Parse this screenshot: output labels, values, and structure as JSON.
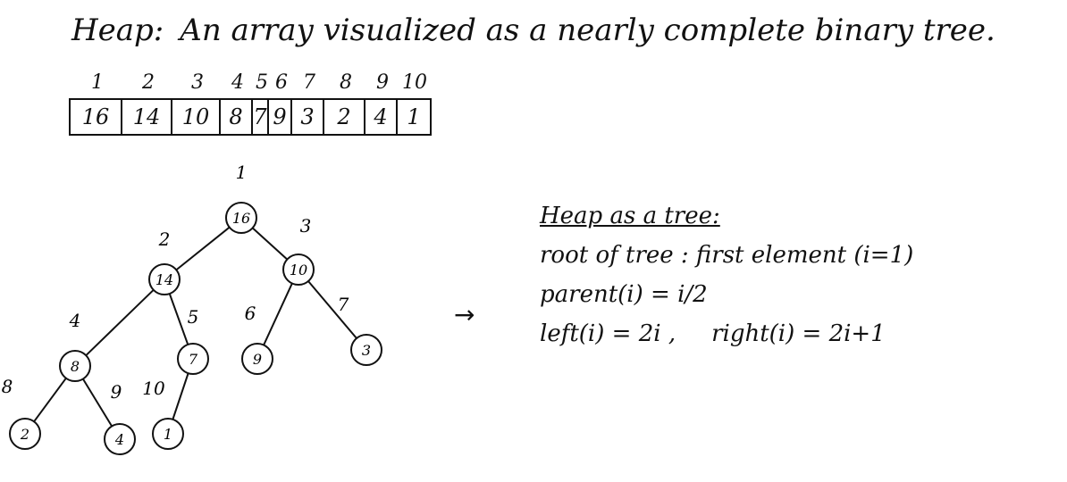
{
  "heading": {
    "label": "Heap:",
    "text": "An array visualized as a nearly complete binary tree."
  },
  "array": {
    "indices": [
      "1",
      "2",
      "3",
      "4",
      "5",
      "6",
      "7",
      "8",
      "9",
      "10"
    ],
    "values": [
      "16",
      "14",
      "10",
      "8",
      "7",
      "9",
      "3",
      "2",
      "4",
      "1"
    ]
  },
  "tree": {
    "nodes": [
      {
        "index": "1",
        "value": "16"
      },
      {
        "index": "2",
        "value": "14"
      },
      {
        "index": "3",
        "value": "10"
      },
      {
        "index": "4",
        "value": "8"
      },
      {
        "index": "5",
        "value": "7"
      },
      {
        "index": "6",
        "value": "9"
      },
      {
        "index": "7",
        "value": "3"
      },
      {
        "index": "8",
        "value": "2"
      },
      {
        "index": "9",
        "value": "4"
      },
      {
        "index": "10",
        "value": "1"
      }
    ]
  },
  "arrow": "→",
  "notes": {
    "title": "Heap as a tree:",
    "root": "root of tree : first element (i=1)",
    "parent": "parent(i) = i/2",
    "left": "left(i) = 2i ,",
    "right": "right(i) = 2i+1"
  }
}
